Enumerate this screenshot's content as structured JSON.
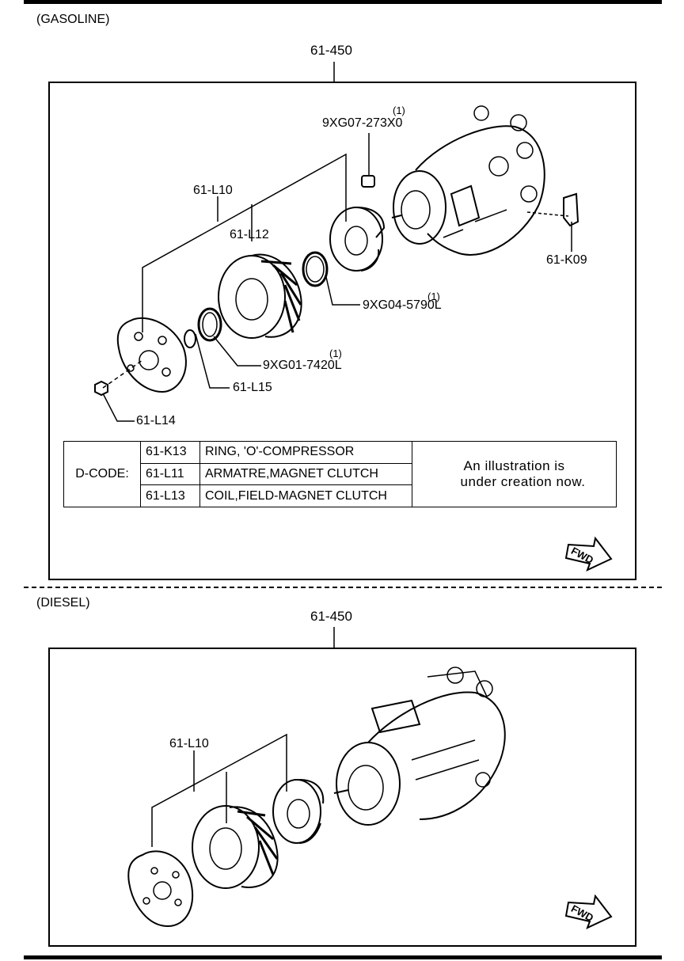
{
  "sections": {
    "gasoline": {
      "title": "(GASOLINE)",
      "assembly": "61-450",
      "parts": {
        "compressor_bolt": "9XG07-273X0",
        "bolt_qty": "(1)",
        "bracket": "61-K09",
        "kit": "61-L10",
        "pulley": "61-L12",
        "oring_large": "9XG04-5790L",
        "oring_large_qty": "(1)",
        "oring_small": "9XG01-7420L",
        "oring_small_qty": "(1)",
        "snap_ring": "61-L15",
        "nut": "61-L14"
      },
      "dcode": {
        "label": "D-CODE:",
        "rows": [
          {
            "code": "61-K13",
            "desc": "RING, 'O'-COMPRESSOR"
          },
          {
            "code": "61-L11",
            "desc": "ARMATRE,MAGNET CLUTCH"
          },
          {
            "code": "61-L13",
            "desc": "COIL,FIELD-MAGNET CLUTCH"
          }
        ],
        "note_line1": "An illustration is",
        "note_line2": "under creation now."
      },
      "fwd": "FWD"
    },
    "diesel": {
      "title": "(DIESEL)",
      "assembly": "61-450",
      "parts": {
        "kit": "61-L10"
      },
      "fwd": "FWD"
    }
  }
}
